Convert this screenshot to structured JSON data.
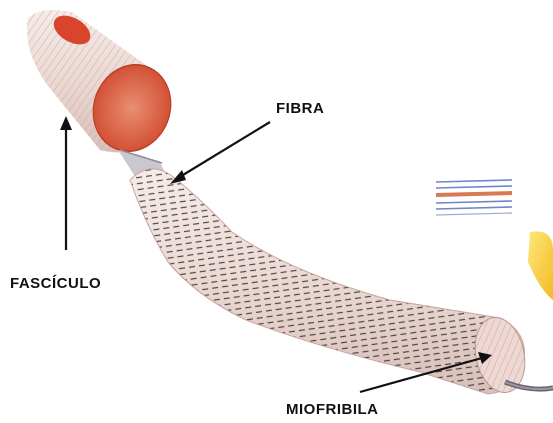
{
  "labels": {
    "fibra": "FIBRA",
    "fasciculo": "FASCÍCULO",
    "miofribila": "MIOFRIBILA"
  },
  "colors": {
    "muscle_red": "#e0664a",
    "fiber_light": "#efe0dc",
    "stripe": "#303030",
    "accent_yellow": "#f2c21b"
  }
}
